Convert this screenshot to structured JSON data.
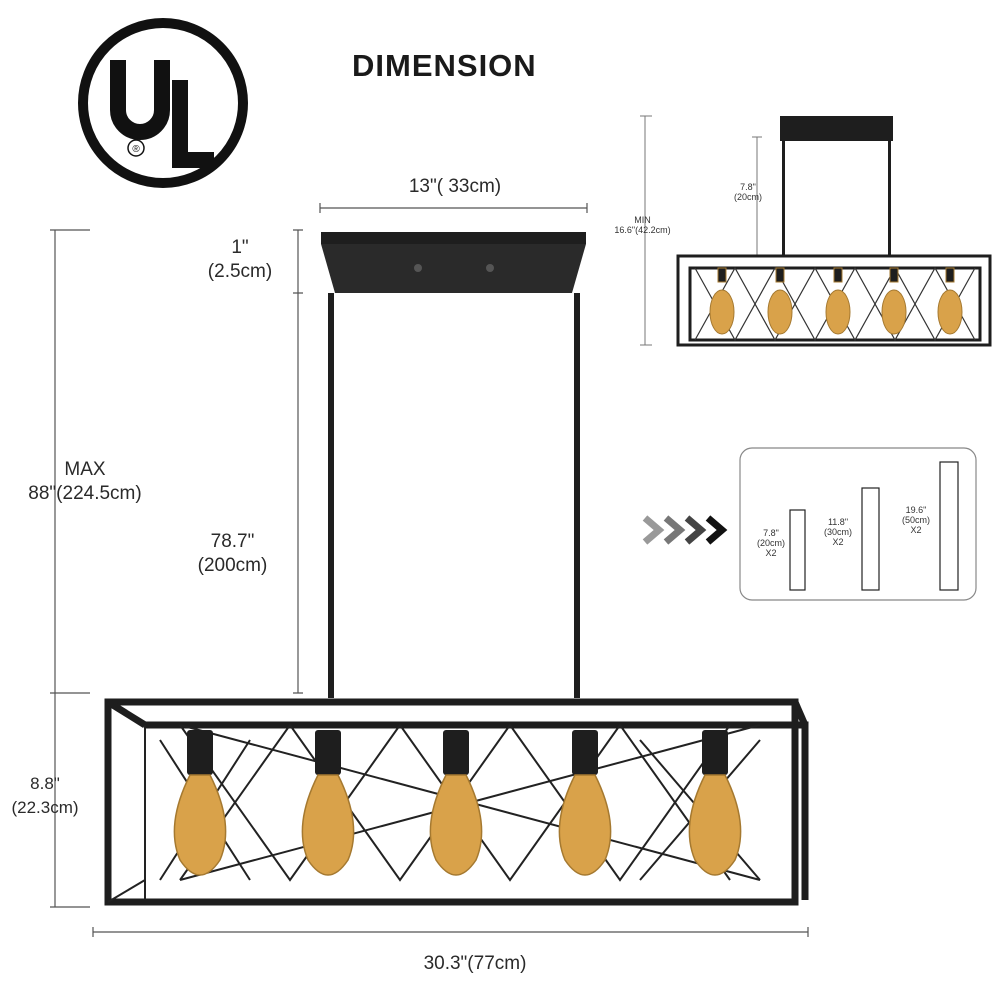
{
  "title": "DIMENSION",
  "logo": {
    "text": "UL",
    "mark": "®"
  },
  "colors": {
    "metal": "#1e1e1e",
    "line": "#555555",
    "bulb": "#d9a24a",
    "bulb_glow": "#f3d79a"
  },
  "dimensions": {
    "canopy_width": "13\"( 33cm)",
    "canopy_height": "1\"\n(2.5cm)",
    "rod_length": "78.7\"\n(200cm)",
    "max_height": "MAX\n88\"(224.5cm)",
    "body_height": "8.8\"\n(22.3cm)",
    "body_width": "30.3\"(77cm)"
  },
  "inset": {
    "rod_label": "7.8\"\n(20cm)",
    "min_label": "MIN\n16.6\"(42.2cm)"
  },
  "rods": [
    {
      "label": "7.8\"\n(20cm)\nX2"
    },
    {
      "label": "11.8\"\n(30cm)\nX2"
    },
    {
      "label": "19.6\"\n(50cm)\nX2"
    }
  ]
}
